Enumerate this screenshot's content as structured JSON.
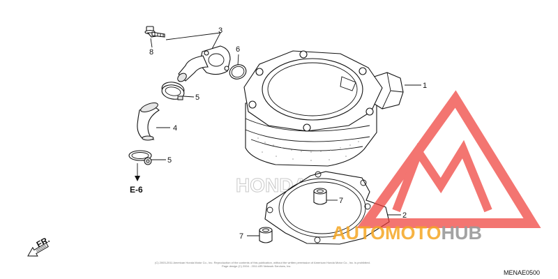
{
  "diagram": {
    "code": "MENAE0500",
    "reference": "E-6",
    "front_label": "FR.",
    "copyright_line1": "(C) 2003-2011 American Honda Motor Co., Inc. Reproduction of the contents of this publication, without the written permission of American Honda Motor Co., Inc. is prohibited.",
    "copyright_line2": "Page design (C) 2004 - 2011 ARI Network Services, Inc.",
    "background_brand": "HONDA",
    "callouts": [
      {
        "id": "1",
        "part": "cylinder"
      },
      {
        "id": "2",
        "part": "cylinder-base-gasket"
      },
      {
        "id": "3",
        "part": "water-joint"
      },
      {
        "id": "4",
        "part": "water-hose"
      },
      {
        "id": "5",
        "part": "hose-clamp"
      },
      {
        "id": "6",
        "part": "o-ring"
      },
      {
        "id": "7",
        "part": "dowel-pin"
      },
      {
        "id": "8",
        "part": "flange-bolt"
      }
    ]
  },
  "watermark": {
    "text_auto": "AUTOMOTO",
    "text_hub": "HUB",
    "colors": {
      "auto": "#f5a623",
      "hub": "#9a9a9a",
      "logo": "#ef3b36"
    }
  }
}
